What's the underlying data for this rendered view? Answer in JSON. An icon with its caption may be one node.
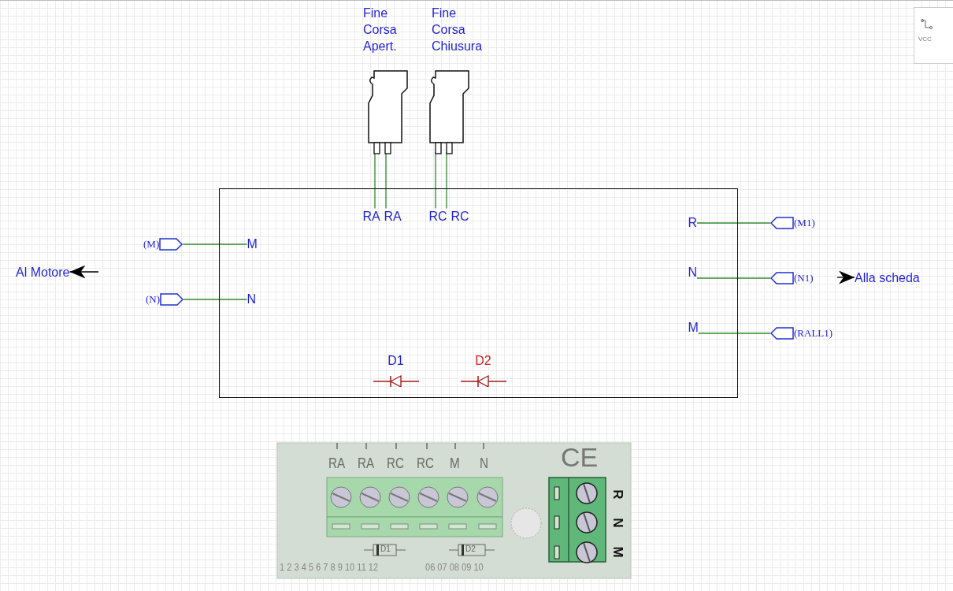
{
  "diagram": {
    "nodes": [
      {
        "text": [
          "Fine Corsa Apert."
        ]
      },
      {
        "text": [
          "Fine Corsa Chiusura"
        ]
      },
      {
        "text": [],
        "shape": "box"
      },
      {
        "text": [
          "RA"
        ],
        "in": 2
      },
      {
        "text": [
          "RA"
        ],
        "in": 2
      },
      {
        "text": [
          "RC"
        ],
        "in": 2
      },
      {
        "text": [
          "RC"
        ],
        "in": 2
      },
      {
        "text": [
          "M"
        ],
        "in": 2
      },
      {
        "text": [
          "N"
        ],
        "in": 2
      },
      {
        "text": [
          "R"
        ],
        "in": 2
      },
      {
        "text": [
          "N"
        ],
        "in": 2
      },
      {
        "text": [
          "M"
        ],
        "in": 2
      },
      {
        "text": [
          "D1"
        ],
        "in": 2
      },
      {
        "text": [
          "D2"
        ],
        "in": 2
      },
      {
        "text": [
          "(M)"
        ]
      },
      {
        "text": [
          "(N)"
        ]
      },
      {
        "text": [
          "(M1)"
        ]
      },
      {
        "text": [
          "(N1)"
        ]
      },
      {
        "text": [
          "(RALL1)"
        ]
      },
      {
        "text": [
          "Al Motore"
        ]
      },
      {
        "text": [
          "Alla scheda"
        ]
      }
    ],
    "edges": [
      {
        "from": 0,
        "to": 3,
        "arrow": "none"
      },
      {
        "from": 0,
        "to": 4,
        "arrow": "none"
      },
      {
        "from": 1,
        "to": 5,
        "arrow": "none"
      },
      {
        "from": 1,
        "to": 6,
        "arrow": "none"
      },
      {
        "from": 14,
        "to": 7,
        "arrow": "none"
      },
      {
        "from": 15,
        "to": 8,
        "arrow": "none"
      },
      {
        "from": 9,
        "to": 16,
        "arrow": "none"
      },
      {
        "from": 10,
        "to": 17,
        "arrow": "none"
      },
      {
        "from": 11,
        "to": 18,
        "arrow": "none"
      },
      {
        "from": null,
        "to": 19,
        "arrow": "to",
        "color": "#000000"
      },
      {
        "from": null,
        "to": 20,
        "arrow": "to",
        "color": "#000000"
      }
    ],
    "labels": [
      "VCC",
      "RA",
      "RA",
      "RC",
      "RC",
      "M",
      "N",
      "CE",
      "R",
      "N",
      "M",
      "D1",
      "D2",
      "1 2 3 4 5 6 7 8 9 10 11 12",
      "06 07 08 09 10"
    ]
  }
}
